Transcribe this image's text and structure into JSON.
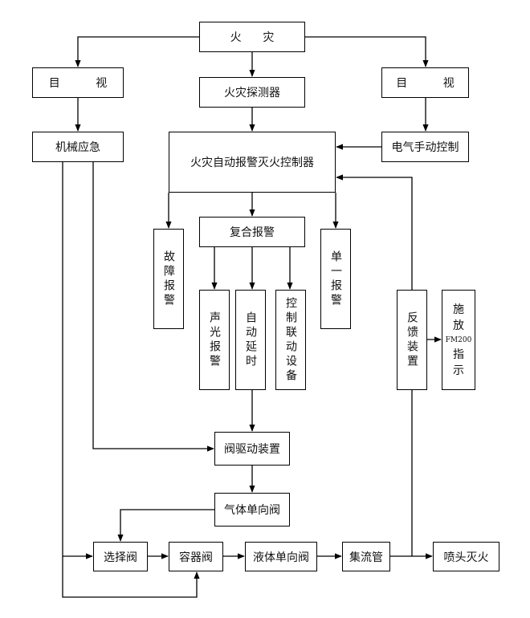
{
  "diagram": {
    "title": "FM200 gas fire suppression system control flow",
    "nodes": {
      "fire": {
        "label": "火      灾"
      },
      "visual_left": {
        "label": "目          视"
      },
      "detector": {
        "label": "火灾探测器"
      },
      "visual_right": {
        "label": "目          视"
      },
      "mechanical_emergency": {
        "label": "机械应急"
      },
      "controller": {
        "label": "火灾自动报警灭火控制器"
      },
      "electric_manual": {
        "label": "电气手动控制"
      },
      "fault_alarm": {
        "label": "故障报警"
      },
      "composite_alarm": {
        "label": "复合报警"
      },
      "single_alarm": {
        "label": "单一报警"
      },
      "sound_light_alarm": {
        "label": "声光报警"
      },
      "auto_delay": {
        "label": "自动延时"
      },
      "linkage_control": {
        "label": "控制联动设备"
      },
      "feedback_device": {
        "label": "反馈装置"
      },
      "release_indicator": {
        "lines": [
          "施",
          "放",
          "FM200",
          "指",
          "示"
        ]
      },
      "valve_driver": {
        "label": "阀驱动装置"
      },
      "gas_check_valve": {
        "label": "气体单向阀"
      },
      "selector_valve": {
        "label": "选择阀"
      },
      "container_valve": {
        "label": "容器阀"
      },
      "liquid_check_valve": {
        "label": "液体单向阀"
      },
      "manifold": {
        "label": "集流管"
      },
      "nozzle_extinguish": {
        "label": "喷头灭火"
      }
    },
    "edges": [
      [
        "fire",
        "visual_left"
      ],
      [
        "fire",
        "detector"
      ],
      [
        "fire",
        "visual_right"
      ],
      [
        "visual_left",
        "mechanical_emergency"
      ],
      [
        "detector",
        "controller"
      ],
      [
        "visual_right",
        "electric_manual"
      ],
      [
        "electric_manual",
        "controller"
      ],
      [
        "controller",
        "fault_alarm"
      ],
      [
        "controller",
        "composite_alarm"
      ],
      [
        "controller",
        "single_alarm"
      ],
      [
        "composite_alarm",
        "sound_light_alarm"
      ],
      [
        "composite_alarm",
        "auto_delay"
      ],
      [
        "composite_alarm",
        "linkage_control"
      ],
      [
        "auto_delay",
        "valve_driver"
      ],
      [
        "mechanical_emergency",
        "valve_driver"
      ],
      [
        "mechanical_emergency",
        "selector_valve"
      ],
      [
        "mechanical_emergency",
        "container_valve"
      ],
      [
        "valve_driver",
        "gas_check_valve"
      ],
      [
        "gas_check_valve",
        "selector_valve"
      ],
      [
        "selector_valve",
        "container_valve"
      ],
      [
        "container_valve",
        "liquid_check_valve"
      ],
      [
        "liquid_check_valve",
        "manifold"
      ],
      [
        "manifold",
        "nozzle_extinguish"
      ],
      [
        "manifold",
        "feedback_device"
      ],
      [
        "feedback_device",
        "release_indicator"
      ],
      [
        "feedback_device",
        "controller"
      ]
    ]
  }
}
